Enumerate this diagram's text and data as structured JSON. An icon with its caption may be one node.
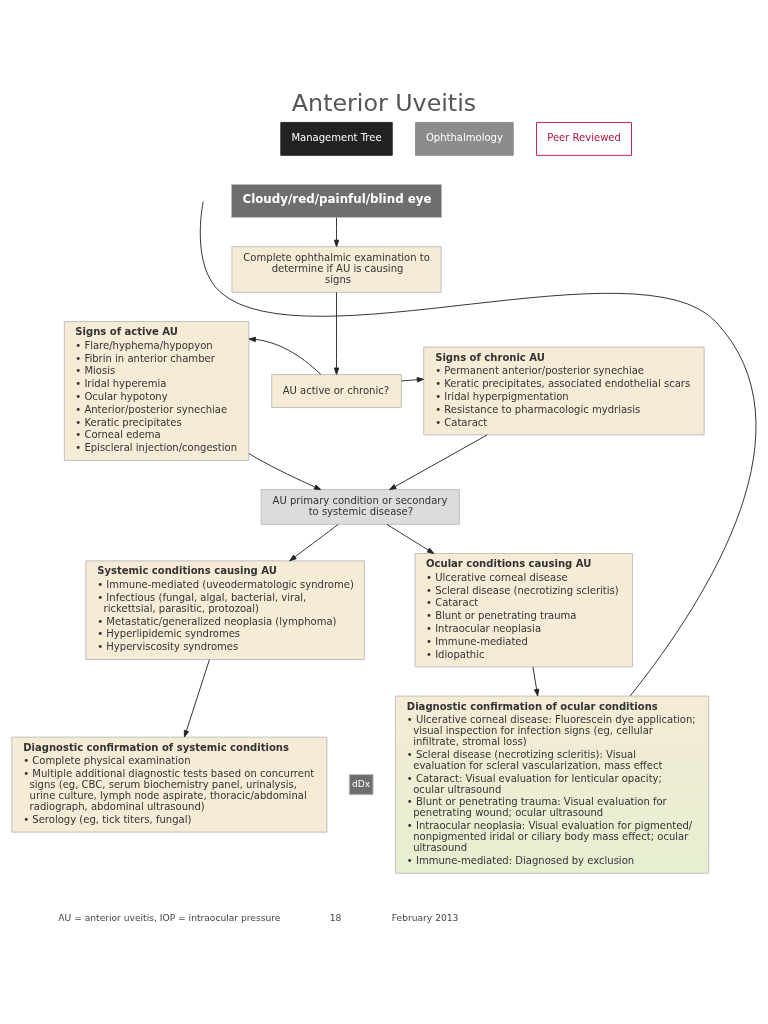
{
  "diagram": {
    "title": "Anterior Uveitis",
    "nodes": [
      {
        "text": [
          "Cloudy/red/painful/blind eye"
        ]
      },
      {
        "text": [
          "Complete ophthalmic examination to determine if AU is causing signs"
        ]
      },
      {
        "text": [
          "AU active or chronic?"
        ]
      },
      {
        "text": [
          "Signs of active AU",
          "• Flare/hyphema/hypopyon",
          "• Fibrin in anterior chamber",
          "• Miosis",
          "• Iridal hyperemia",
          "• Ocular hypotony",
          "• Anterior/posterior synechiae",
          "• Keratic precipitates",
          "• Corneal edema",
          "• Episcleral injection/congestion"
        ]
      },
      {
        "text": [
          "Signs of chronic AU",
          "• Permanent anterior/posterior synechiae",
          "• Keratic precipitates, associated endothelial scars",
          "• Iridal hyperpigmentation",
          "• Resistance to pharmacologic mydriasis",
          "• Cataract"
        ]
      },
      {
        "text": [
          "AU primary condition or secondary to systemic disease?"
        ]
      },
      {
        "text": [
          "Systemic conditions causing AU",
          "• Immune-mediated (uveodermatologic syndrome)",
          "• Infectious (fungal, algal, bacterial, viral, rickettsial, parasitic, protozoal)",
          "• Metastatic/generalized neoplasia (lymphoma)",
          "• Hyperlipidemic syndromes",
          "• Hyperviscosity syndromes"
        ]
      },
      {
        "text": [
          "Ocular conditions causing AU",
          "• Ulcerative corneal disease",
          "• Scleral disease (necrotizing scleritis)",
          "• Cataract",
          "• Blunt or penetrating trauma",
          "• Intraocular neoplasia",
          "• Immune-mediated",
          "• Idiopathic"
        ]
      },
      {
        "text": [
          "Diagnostic confirmation of systemic conditions",
          "• Complete physical examination",
          "• Multiple additional diagnostic tests based on concurrent signs (eg, CBC, serum biochemistry panel, urinalysis, urine culture, lymph node aspirate, thoracic/abdominal radiograph, abdominal ultrasound)",
          "• Serology (eg, tick titers, fungal)"
        ]
      },
      {
        "text": [
          "Diagnostic confirmation of ocular conditions",
          "• Ulcerative corneal disease: Fluorescein dye application; visual inspection for infection signs (eg, cellular infiltrate, stromal loss)",
          "• Scleral disease (necrotizing scleritis): Visual evaluation for scleral vascularization, mass effect",
          "• Cataract: Visual evaluation for lenticular opacity; ocular ultrasound",
          "• Blunt or penetrating trauma: Visual evaluation for penetrating wound; ocular ultrasound",
          "• Intraocular neoplasia: Visual evaluation for pigmented/ nonpigmented iridal or ciliary body mass effect; ocular ultrasound",
          "• Immune-mediated: Diagnosed by exclusion"
        ],
        "beside": [
          "dDx"
        ]
      }
    ],
    "edges": [
      {
        "from": 0,
        "to": 1,
        "arrow": "to"
      },
      {
        "from": 1,
        "to": 2,
        "arrow": "to"
      },
      {
        "from": 2,
        "to": 3,
        "arrow": "to"
      },
      {
        "from": 2,
        "to": 4,
        "arrow": "to"
      },
      {
        "from": 3,
        "to": 5,
        "arrow": "to"
      },
      {
        "from": 4,
        "to": 5,
        "arrow": "to"
      },
      {
        "from": 5,
        "to": 6,
        "arrow": "to"
      },
      {
        "from": 5,
        "to": 7,
        "arrow": "to"
      },
      {
        "from": 6,
        "to": 8,
        "arrow": "to"
      },
      {
        "from": 7,
        "to": 9,
        "arrow": "to"
      },
      {
        "from": 9,
        "to": null,
        "arrow": "none"
      }
    ],
    "labels": [
      "Management Tree",
      "Ophthalmology",
      "Peer Reviewed",
      "AU = anterior uveitis, IOP = intraocular pressure",
      "18",
      "February 2013"
    ]
  }
}
